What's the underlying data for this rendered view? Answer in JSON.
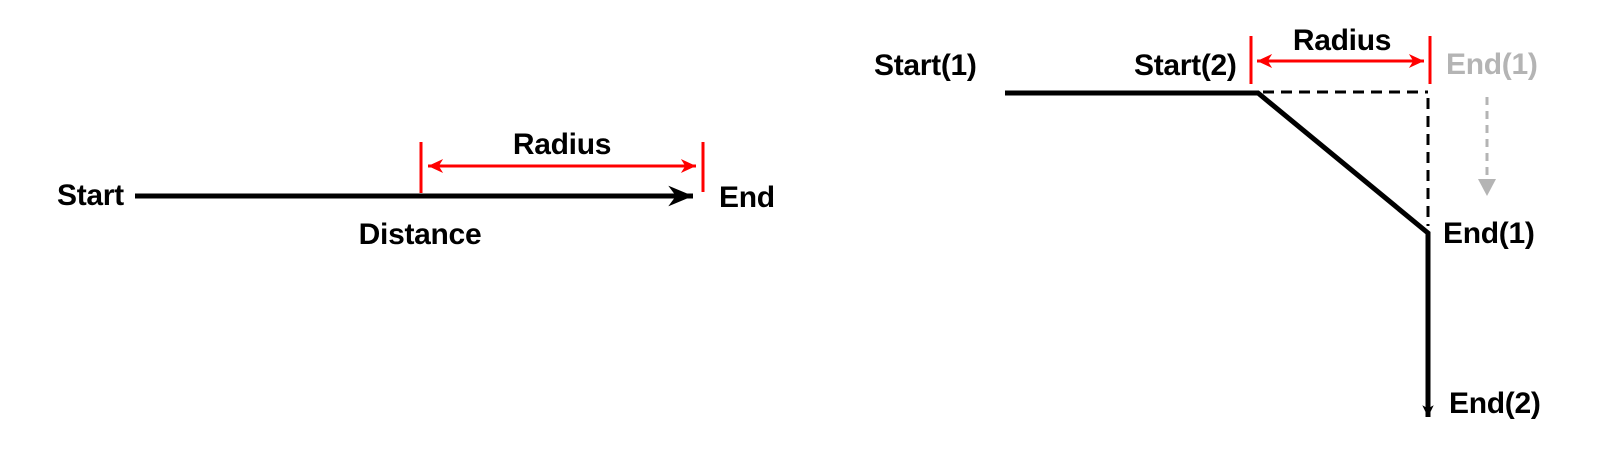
{
  "colors": {
    "ink": "#000000",
    "red": "#ff0000",
    "gray": "#b4b4b4",
    "bg": "#ffffff"
  },
  "left_diagram": {
    "start_label": "Start",
    "end_label": "End",
    "distance_label": "Distance",
    "radius_label": "Radius"
  },
  "right_diagram": {
    "start1_label": "Start(1)",
    "start2_label": "Start(2)",
    "radius_label": "Radius",
    "end1_ghost_label": "End(1)",
    "end1_label": "End(1)",
    "end2_label": "End(2)"
  }
}
